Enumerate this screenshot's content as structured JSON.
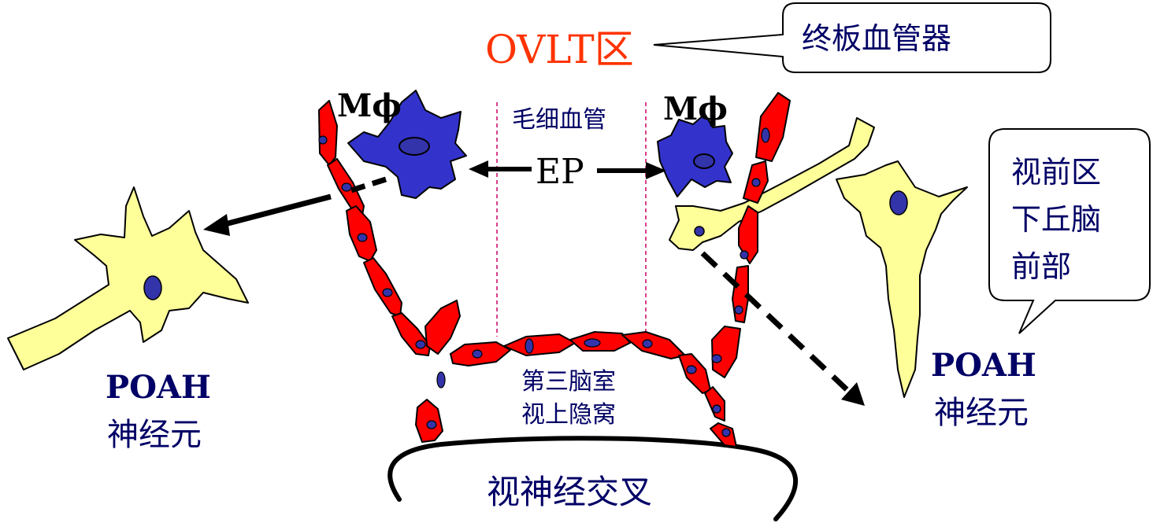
{
  "labels": {
    "ovlt": "OVLT区",
    "callout_top": "终板血管器",
    "macrophage_left": "Mϕ",
    "macrophage_right": "Mϕ",
    "capillary": "毛细血管",
    "ep": "EP",
    "callout_right_line1": "视前区",
    "callout_right_line2": "下丘脑",
    "callout_right_line3": "前部",
    "poah_left": "POAH",
    "neuron_left": "神经元",
    "poah_right": "POAH",
    "neuron_right": "神经元",
    "third_ventricle": "第三脑室",
    "supraoptic_recess": "视上隐窝",
    "optic_chiasm": "视神经交叉"
  },
  "colors": {
    "endothelial_cell": "#ff0000",
    "nucleus": "#3333aa",
    "macrophage": "#3333cc",
    "neuron": "#ffff99",
    "ovlt_text": "#ff3300",
    "label_text": "#000066",
    "outline": "#000000",
    "guide_line": "#cc0066"
  }
}
